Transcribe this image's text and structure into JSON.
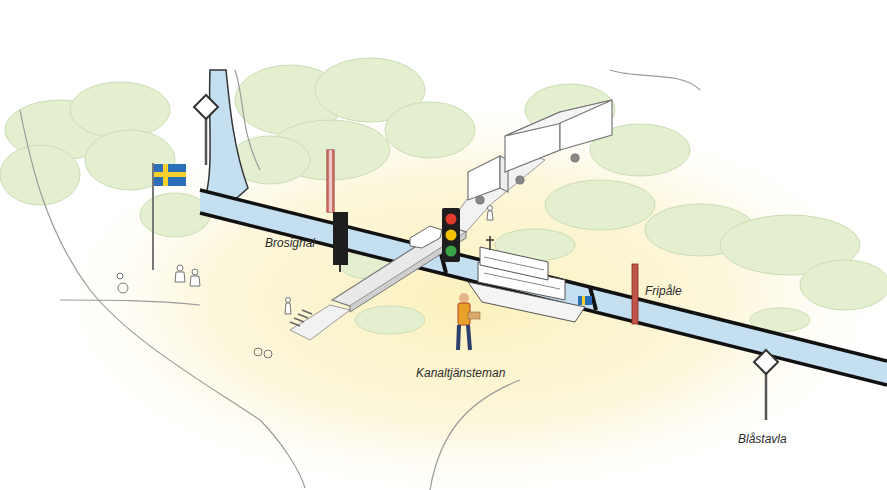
{
  "diagram": {
    "labels": [
      "Brosignal",
      "Fripåle",
      "Kanaltjänsteman",
      "Blåstavla"
    ]
  }
}
